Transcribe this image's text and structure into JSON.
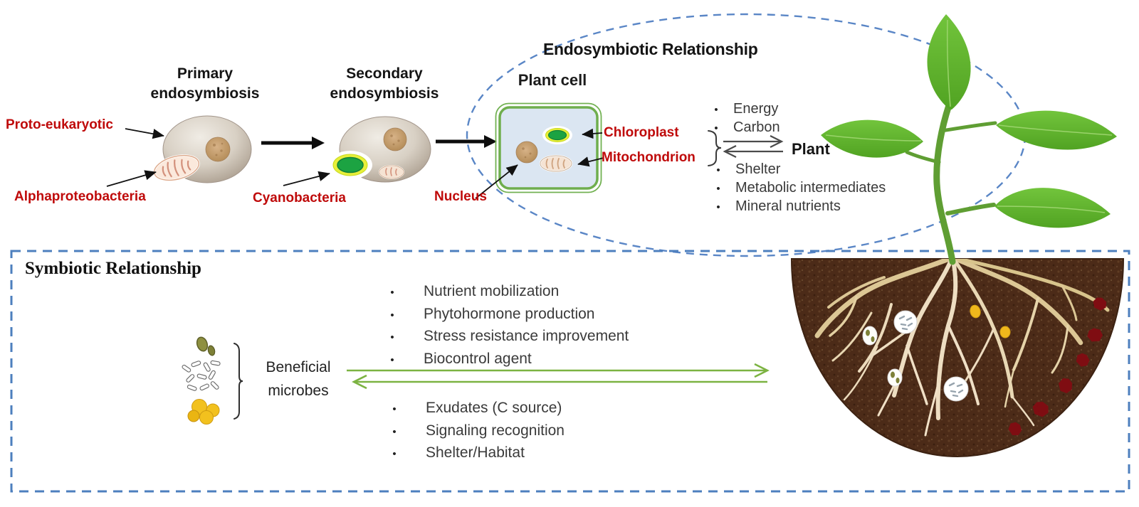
{
  "bullet_char": "•",
  "colors": {
    "label_red": "#bf0a0a",
    "dash_blue": "#4d7fbe",
    "arrow_green": "#7cb342",
    "leaf_green": "#5fae2c",
    "soil_brown": "#4c2b18"
  },
  "stages": {
    "primary": {
      "title": "Primary endosymbiosis",
      "labels": {
        "proto": "Proto-eukaryotic",
        "alpha": "Alphaproteobacteria"
      }
    },
    "secondary": {
      "title": "Secondary endosymbiosis",
      "labels": {
        "cyano": "Cyanobacteria"
      }
    },
    "plant_cell": {
      "title": "Plant cell",
      "labels": {
        "nucleus": "Nucleus",
        "chloroplast": "Chloroplast",
        "mitochondrion": "Mitochondrion"
      }
    }
  },
  "endosymbiotic": {
    "title": "Endosymbiotic Relationship",
    "organelles_to_plant": [
      "Energy",
      "Carbon"
    ],
    "plant_label": "Plant",
    "plant_to_organelles": [
      "Shelter",
      "Metabolic intermediates",
      "Mineral nutrients"
    ]
  },
  "symbiotic": {
    "title": "Symbiotic Relationship",
    "microbes_label": "Beneficial microbes",
    "microbes_to_plant": [
      "Nutrient mobilization",
      "Phytohormone production",
      "Stress resistance improvement",
      "Biocontrol agent"
    ],
    "plant_to_microbes": [
      "Exudates (C source)",
      "Signaling recognition",
      "Shelter/Habitat"
    ]
  }
}
